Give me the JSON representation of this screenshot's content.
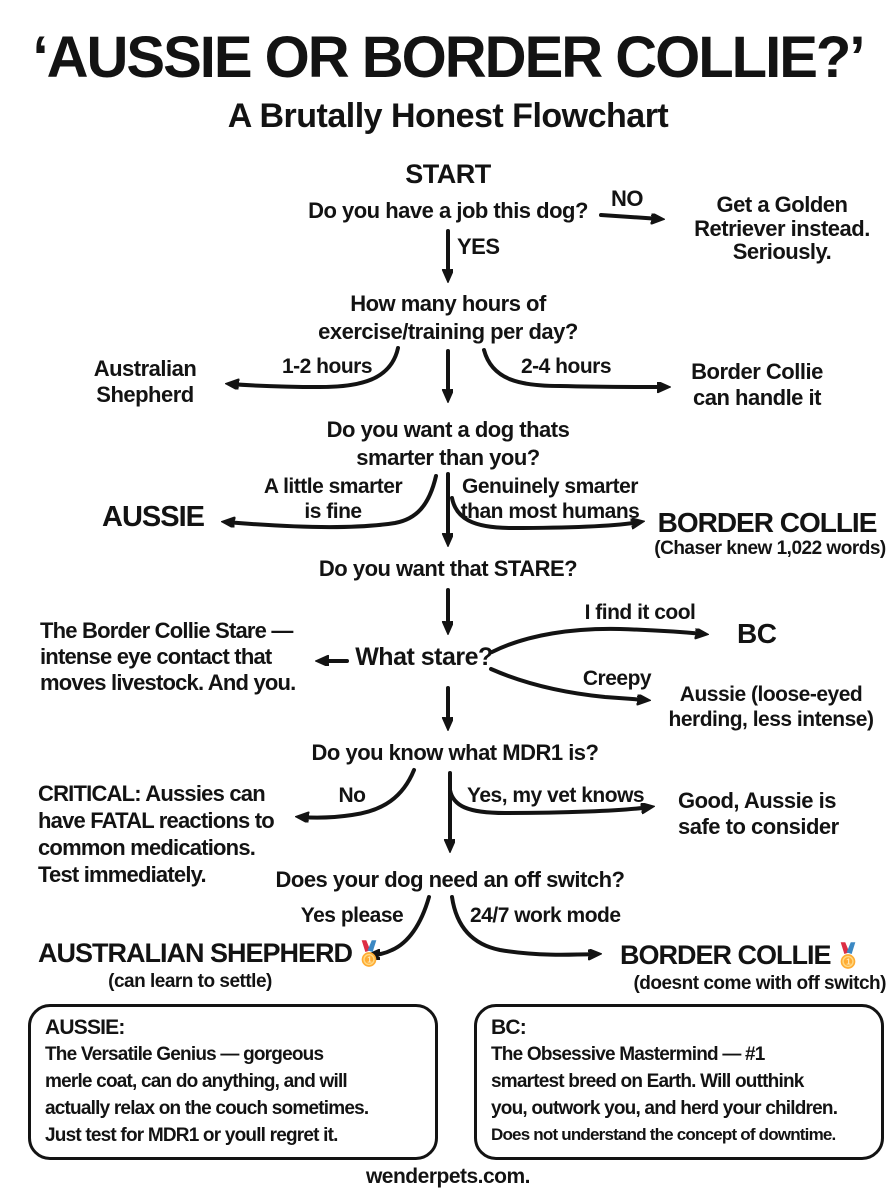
{
  "page": {
    "title": "‘AUSSIE OR BORDER COLLIE?’",
    "subtitle": "A Brutally Honest Flowchart",
    "footer": "wenderpets.com."
  },
  "colors": {
    "ink": "#131313",
    "background": "#ffffff",
    "medal_gold": "#ffac33",
    "medal_ring": "#ffd983",
    "medal_red": "#dd2e44",
    "medal_blue": "#3b88c3"
  },
  "flow": {
    "start_label": "START",
    "q_job": "Do you have a job this dog?",
    "no_label": "NO",
    "yes_label": "YES",
    "golden_lines": [
      "Get a Golden",
      "Retriever instead.",
      "Seriously."
    ],
    "q_hours_lines": [
      "How many hours of",
      "exercise/training per day?"
    ],
    "hours_low_label": "1-2 hours",
    "aus_shepherd_lines": [
      "Australian",
      "Shepherd"
    ],
    "hours_high_label": "2-4 hours",
    "border_handle_lines": [
      "Border Collie",
      "can handle it"
    ],
    "q_smart_lines": [
      "Do you want a dog thats",
      "smarter than you?"
    ],
    "little_smarter_lines": [
      "A little smarter",
      "is fine"
    ],
    "aussie_label": "AUSSIE",
    "genuinely_lines": [
      "Genuinely smarter",
      "than most humans"
    ],
    "border_collie_label": "BORDER COLLIE",
    "chaser_note": "(Chaser knew 1,022 words)",
    "q_stare": "Do you want that STARE?",
    "stare_desc_lines": [
      "The Border Collie Stare —",
      "intense eye contact that",
      "moves livestock. And you."
    ],
    "what_stare": "What stare?",
    "cool_label": "I find it cool",
    "bc_short": "BC",
    "creepy_label": "Creepy",
    "aussie_loose_lines": [
      "Aussie (loose-eyed",
      "herding, less intense)"
    ],
    "q_mdr1": "Do you know what MDR1 is?",
    "critical_lines": [
      "CRITICAL: Aussies can",
      "have FATAL reactions to",
      "common medications.",
      "Test immediately."
    ],
    "no2_label": "No",
    "vet_label": "Yes, my vet knows",
    "good_aussie_lines": [
      "Good, Aussie is",
      "safe to consider"
    ],
    "q_switch": "Does your dog need an off switch?",
    "yes_please_label": "Yes please",
    "work_mode_label": "24/7 work mode",
    "aus_final_label": "AUSTRALIAN SHEPHERD",
    "aus_final_note": "(can learn to settle)",
    "bc_final_label": "BORDER COLLIE",
    "bc_final_note": "(doesnt come with off switch)",
    "medal_icon": "gold-medal"
  },
  "boxes": {
    "aussie": {
      "heading": "AUSSIE:",
      "lines": [
        "The Versatile Genius — gorgeous",
        "merle coat, can do anything, and will",
        "actually relax on the couch sometimes.",
        "Just test for MDR1 or youll regret it."
      ]
    },
    "bc": {
      "heading": "BC:",
      "lines": [
        "The Obsessive Mastermind — #1",
        "smartest breed on Earth. Will outthink",
        "you, outwork you, and herd your children."
      ],
      "small_line": "Does not understand the concept of downtime."
    }
  }
}
